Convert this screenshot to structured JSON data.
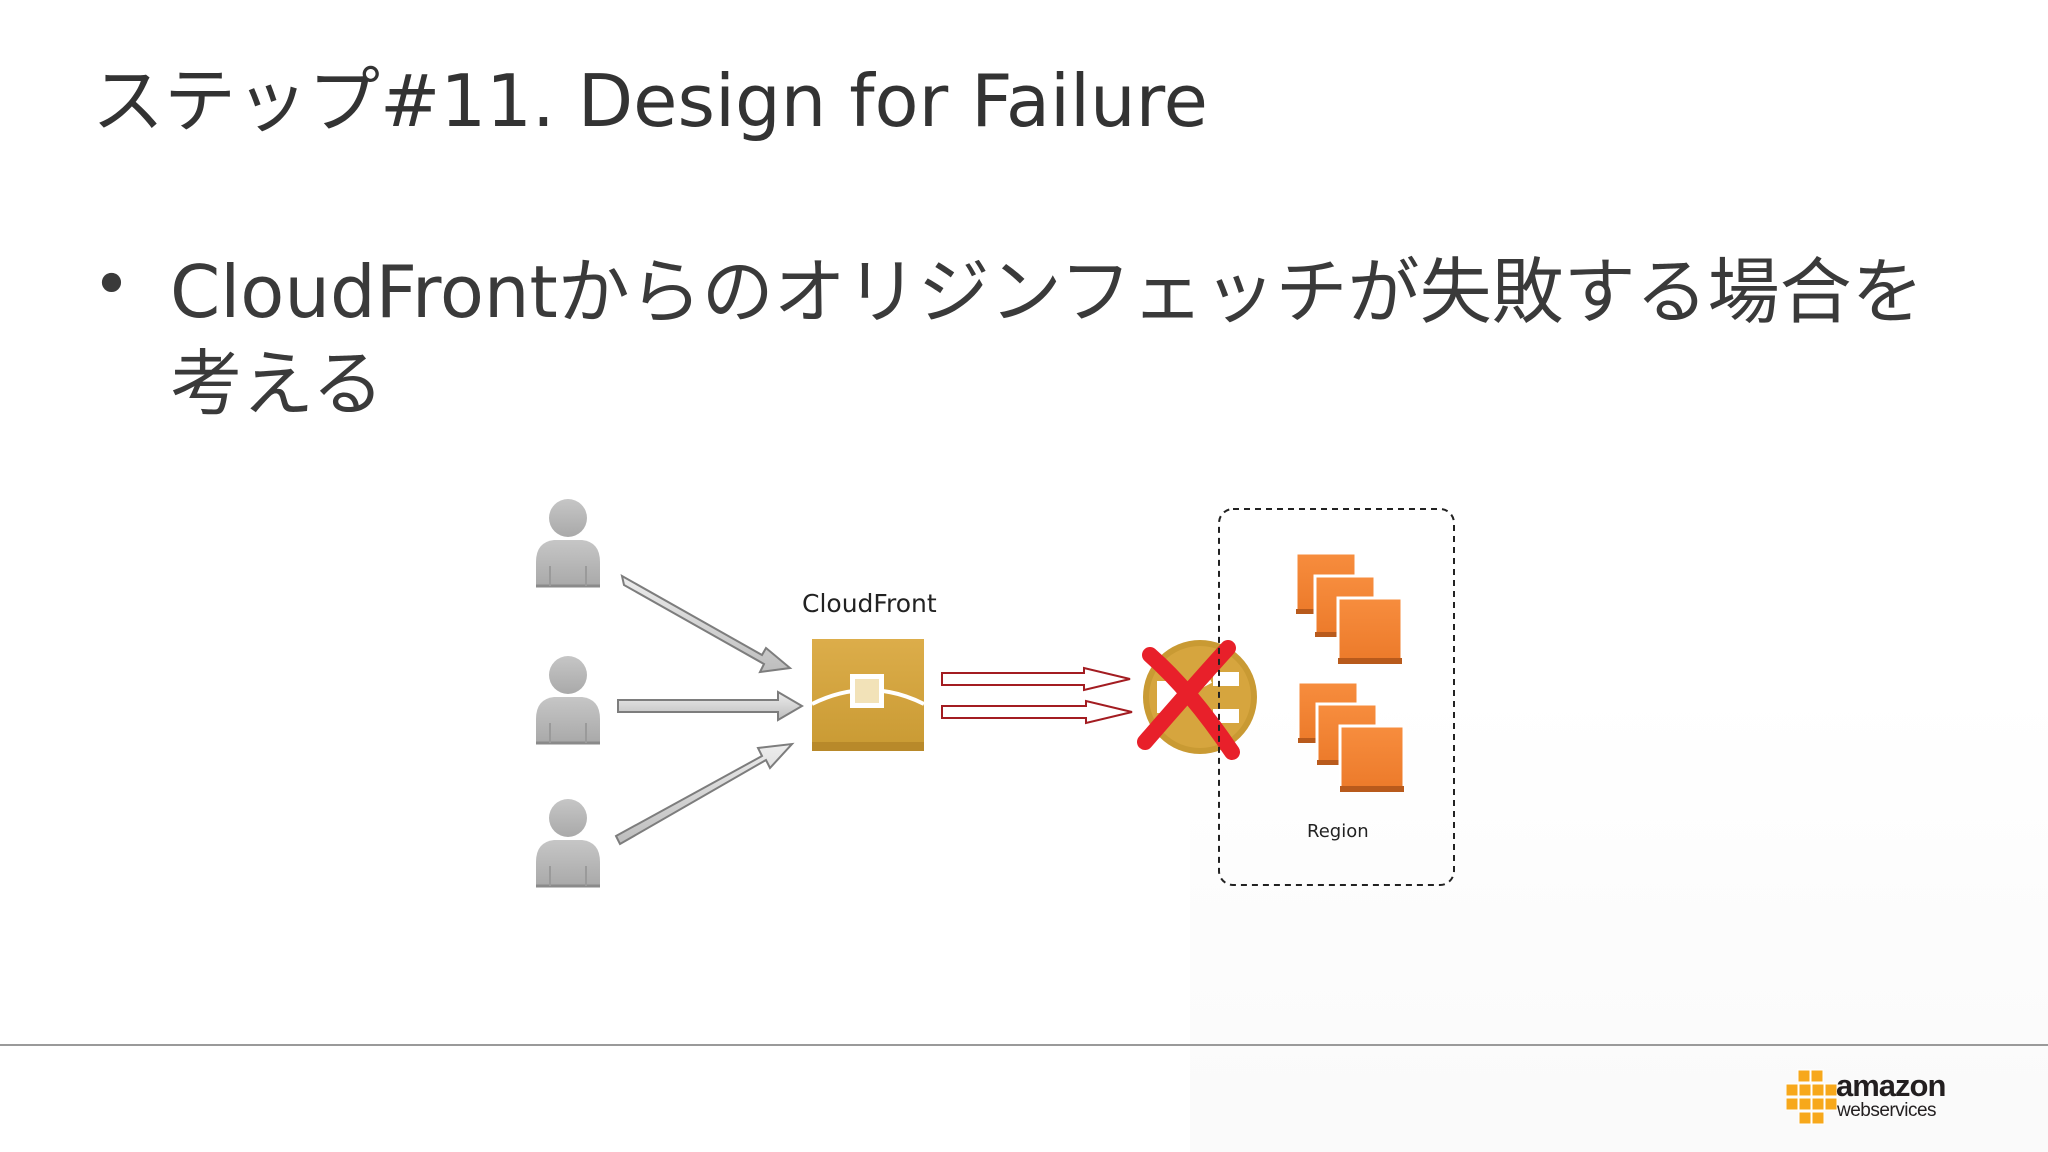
{
  "slide": {
    "title": "ステップ#11. Design for Failure",
    "bullet": "CloudFrontからのオリジンフェッチが失敗する場合を考える",
    "bullet_marker": "•"
  },
  "diagram": {
    "cloudfront_label": "CloudFront",
    "region_label": "Region",
    "users": [
      "user-icon",
      "user-icon",
      "user-icon"
    ],
    "icons": [
      "cloudfront-icon",
      "elb-icon",
      "ec2-instances-icon",
      "failure-x-icon"
    ],
    "colors": {
      "cloudfront": "#D6A53E",
      "ec2": "#F58536",
      "failure": "#E8202A",
      "request_arrow_outline": "#A31C21",
      "user": "#B7B7B7"
    }
  },
  "footer": {
    "logo_amazon": "amazon",
    "logo_webservices": "webservices",
    "logo_colors": {
      "boxes": "#F7A81B",
      "text": "#231F20"
    }
  }
}
